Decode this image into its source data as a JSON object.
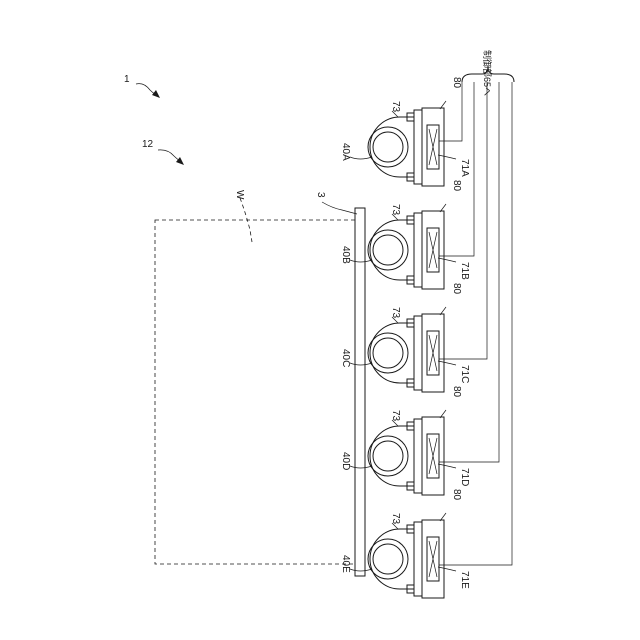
{
  "labels": {
    "figure_ref": "1",
    "assembly_ref": "12",
    "workpiece_ref": "W",
    "plate_ref": "3",
    "controller_note": "制御部65へ"
  },
  "units": [
    {
      "roller": "40A",
      "sensor": "71A",
      "bearing": "73",
      "housing": "80"
    },
    {
      "roller": "40B",
      "sensor": "71B",
      "bearing": "73",
      "housing": "80"
    },
    {
      "roller": "40C",
      "sensor": "71C",
      "bearing": "73",
      "housing": "80"
    },
    {
      "roller": "40D",
      "sensor": "71D",
      "bearing": "73",
      "housing": "80"
    },
    {
      "roller": "40E",
      "sensor": "71E",
      "bearing": "73",
      "housing": "80"
    }
  ]
}
